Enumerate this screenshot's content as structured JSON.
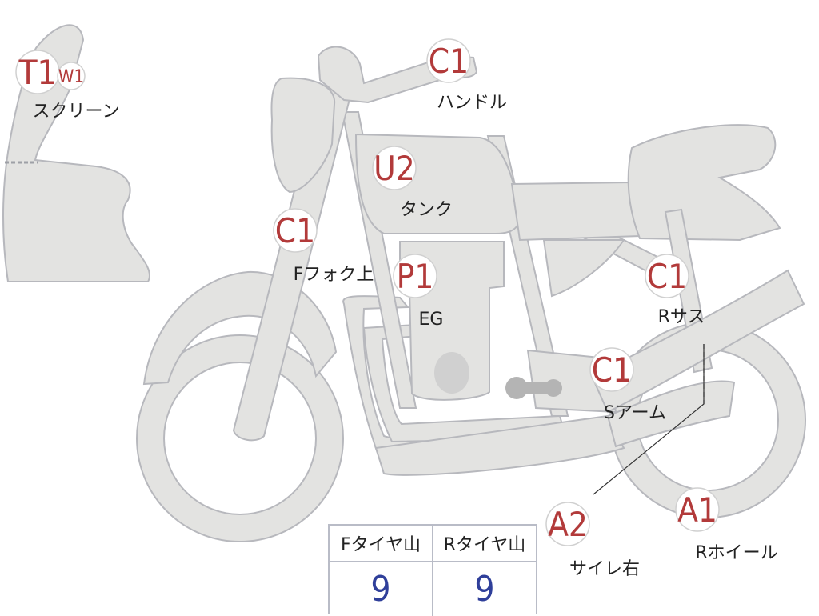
{
  "parts": [
    {
      "id": "screen",
      "code": "T1",
      "code2": "W1",
      "label": "スクリーン"
    },
    {
      "id": "handle",
      "code": "C1",
      "label": "ハンドル"
    },
    {
      "id": "tank",
      "code": "U2",
      "label": "タンク"
    },
    {
      "id": "front-fork-upper",
      "code": "C1",
      "label": "Fフォク上"
    },
    {
      "id": "engine",
      "code": "P1",
      "label": "EG"
    },
    {
      "id": "rear-suspension",
      "code": "C1",
      "label": "Rサス"
    },
    {
      "id": "swing-arm",
      "code": "C1",
      "label": "Sアーム"
    },
    {
      "id": "silencer-right",
      "code": "A2",
      "label": "サイレ右"
    },
    {
      "id": "rear-wheel",
      "code": "A1",
      "label": "Rホイール"
    }
  ],
  "tire_table": {
    "front_header": "Fタイヤ山",
    "rear_header": "Rタイヤ山",
    "front_value": "9",
    "rear_value": "9"
  },
  "colors": {
    "part_fill": "#e3e3e1",
    "part_outline": "#b7b8bd",
    "code_text": "#b23a3a",
    "value_text": "#2f3f9a"
  }
}
